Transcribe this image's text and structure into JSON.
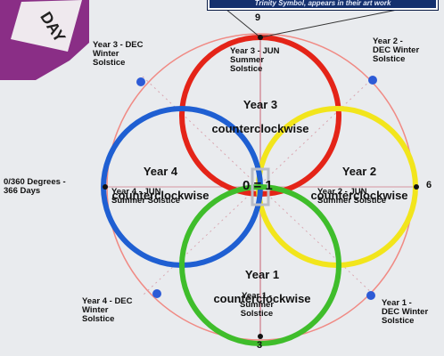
{
  "banner": {
    "text": "Trinity Symbol, appears in their art work"
  },
  "photo": {
    "text": "DAY"
  },
  "center": {
    "text": "0 = 1"
  },
  "ticks": {
    "top": "9",
    "bottom": "3",
    "right": "6"
  },
  "left_degrees": "0/360 Degrees -\n366 Days",
  "circles": [
    {
      "id": "year3",
      "color": "#e42418",
      "title": "Year 3",
      "direction": "counterclockwise"
    },
    {
      "id": "year2",
      "color": "#f2e51c",
      "title": "Year 2",
      "direction": "counterclockwise"
    },
    {
      "id": "year4",
      "color": "#1f5fd2",
      "title": "Year 4",
      "direction": "counterclockwise"
    },
    {
      "id": "year1",
      "color": "#3fbd2b",
      "title": "Year 1",
      "direction": "counterclockwise"
    }
  ],
  "solstices": {
    "y3_dec": "Year 3 - DEC\nWinter\nSolstice",
    "y2_dec": "Year  2 -\nDEC Winter\nSolstice",
    "y4_dec": "Year 4 - DEC\nWinter\nSolstice",
    "y1_dec": "Year  1 -\nDEC Winter\nSolstice",
    "y3_jun": "Year 3 - JUN\nSummer\nSolstice",
    "y4_jun": "Year 4 - JUN\nSummer Solstice",
    "y2_jun": "Year 2 - JUN\nSummer Solstice",
    "y1_jun": "Year 1 -\nSummer\nSolstice"
  },
  "colors": {
    "outer_circle": "#f08a84",
    "spoke": "#d9a6b0",
    "background": "#e9ebee",
    "marker": "#2d5bd6",
    "axis_dot": "#111111"
  }
}
